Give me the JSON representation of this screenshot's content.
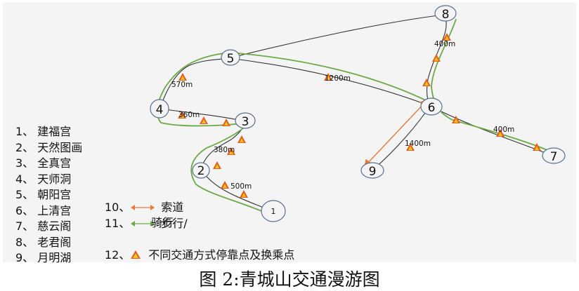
{
  "caption": "图 2:青城山交通漫游图",
  "colors": {
    "walk_line": "#6aaa45",
    "ropeway": "#e67a3a",
    "path_line": "#333333",
    "stop_triangle": "#e45d1f",
    "stop_triangle_inner": "#f5c21b",
    "node_border": "#5a6f93"
  },
  "nodes": [
    "1",
    "2",
    "3",
    "4",
    "5",
    "6",
    "7",
    "8",
    "9"
  ],
  "distance_labels": [
    "500m",
    "380m",
    "360m",
    "570m",
    "1200m",
    "400m",
    "400m",
    "1400m"
  ],
  "legend": {
    "places": [
      "1、 建福宫",
      "2、 天然图画",
      "3、 全真宫",
      "4、 天师洞",
      "5、 朝阳宫",
      "6、 上清宫",
      "7、 慈云阁",
      "8、 老君阁",
      "9、 月明湖"
    ],
    "ropeway_num": "10、",
    "ropeway_label": "索道",
    "walk_num": "11、",
    "walk_label_1": "步行/",
    "walk_label_2": "骑行",
    "stop_num": "12、",
    "stop_label": "不同交通方式停靠点及换乘点"
  }
}
